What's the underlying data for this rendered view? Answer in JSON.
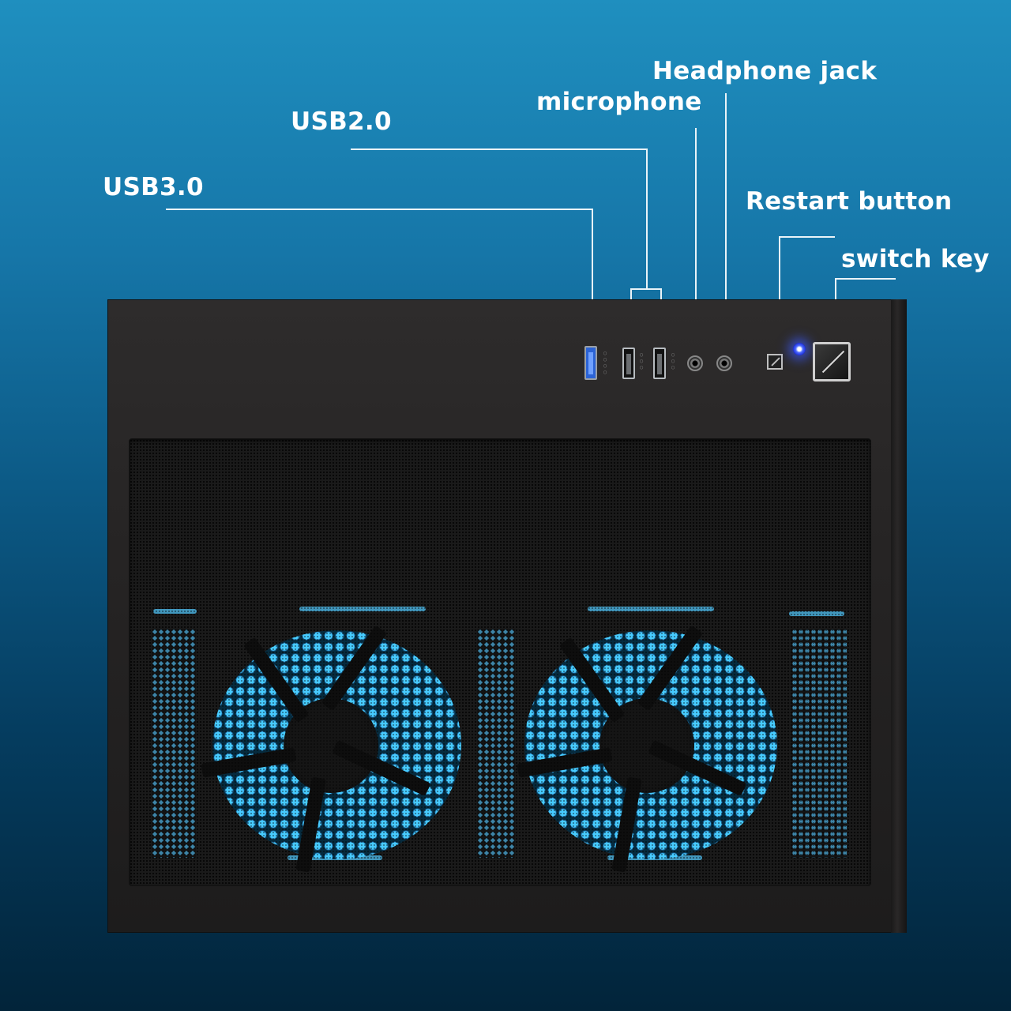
{
  "labels": {
    "usb3": "USB3.0",
    "usb2": "USB2.0",
    "microphone": "microphone",
    "headphone": "Headphone jack",
    "restart": "Restart button",
    "switch": "switch key"
  },
  "colors": {
    "led": "#3050ff",
    "fan_glow": "#59c7ff",
    "case": "#2a2828"
  }
}
